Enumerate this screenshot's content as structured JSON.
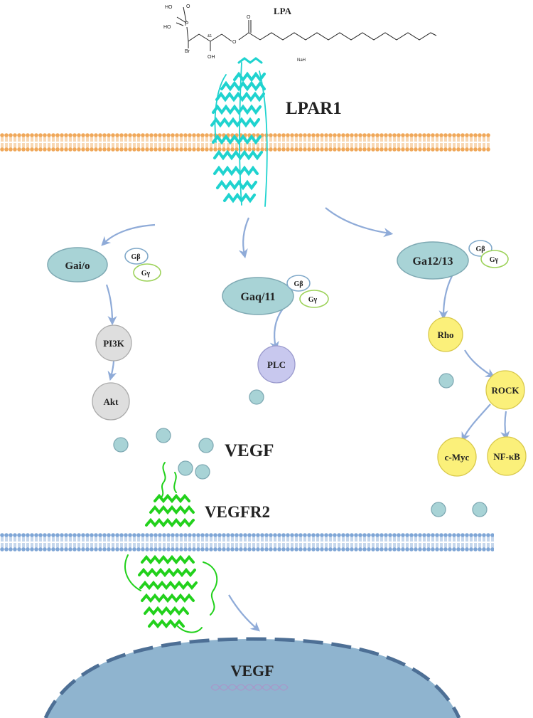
{
  "molecule": {
    "name": "LPA",
    "atoms": [
      "HO",
      "P",
      "O",
      "HO",
      "Br",
      "OH",
      "O",
      "O"
    ],
    "stereo": "&1",
    "counter_ion": "NaH"
  },
  "receptor": {
    "label": "LPAR1",
    "color": "#1fd3cf"
  },
  "membrane_top_color": "#f0a85a",
  "membrane_bottom_color": "#7fa6d6",
  "g_proteins": [
    {
      "alpha": "Gai/o",
      "beta": "Gβ",
      "gamma": "Gγ"
    },
    {
      "alpha": "Gaq/11",
      "beta": "Gβ",
      "gamma": "Gγ"
    },
    {
      "alpha": "Ga12/13",
      "beta": "Gβ",
      "gamma": "Gγ"
    }
  ],
  "pathway_left": [
    "PI3K",
    "Akt"
  ],
  "pathway_middle": [
    "PLC"
  ],
  "pathway_right": [
    "Rho",
    "ROCK",
    "c-Myc",
    "NF-κB"
  ],
  "vegf_label": "VEGF",
  "vegfr2": {
    "label": "VEGFR2",
    "color": "#22d11c"
  },
  "nucleus_label": "VEGF",
  "colors": {
    "g_alpha_fill": "#a8d3d6",
    "g_beta_stroke": "#7fa8c9",
    "g_gamma_stroke": "#9dd25a",
    "grey_node": "#dedede",
    "plc_node": "#c8c8ee",
    "yellow_node": "#fbf07a",
    "arrow": "#8fabd8",
    "nucleus": "#8fb4cf",
    "nucleus_dash": "#4d6f95"
  }
}
